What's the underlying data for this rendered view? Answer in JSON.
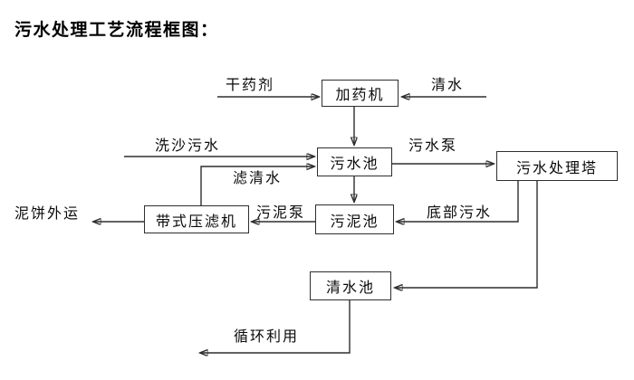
{
  "title": "污水处理工艺流程框图：",
  "nodes": {
    "dosing_machine": "加药机",
    "sewage_pool": "污水池",
    "treatment_tower": "污水处理塔",
    "sludge_pool": "污泥池",
    "belt_filter_press": "带式压滤机",
    "clean_water_pool": "清水池"
  },
  "flow_labels": {
    "dry_chemical": "干药剂",
    "clean_water": "清水",
    "sand_washing_sewage": "洗沙污水",
    "filtered_water": "滤清水",
    "sewage_pump": "污水泵",
    "sludge_pump": "污泥泵",
    "bottom_sewage": "底部污水",
    "mud_cake_out": "泥饼外运",
    "recycle_use": "循环利用"
  },
  "colors": {
    "line": "#2e2e2e",
    "text": "#0a0a0a",
    "background": "#ffffff"
  }
}
